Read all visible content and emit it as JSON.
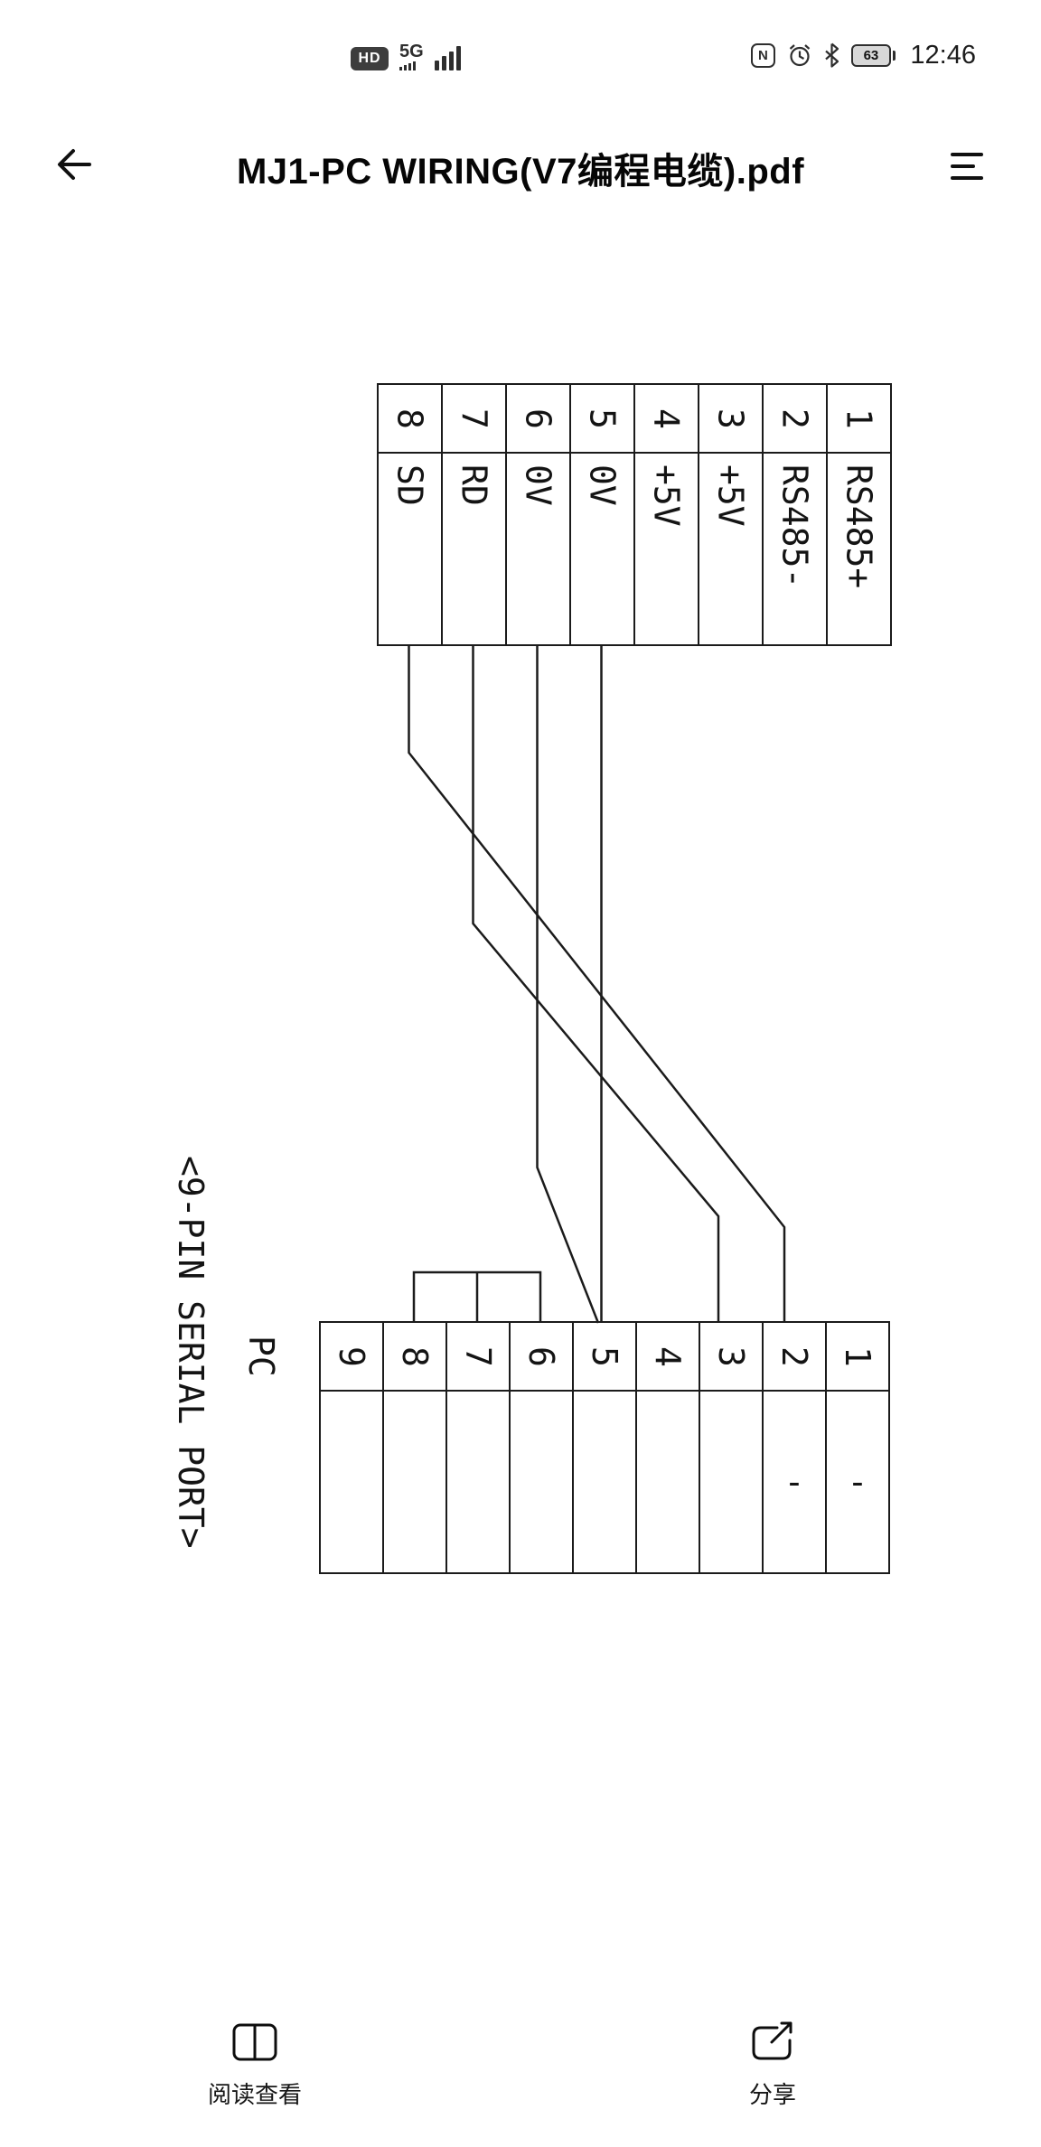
{
  "status_bar": {
    "hd_badge": "HD",
    "network_type": "5G",
    "battery_level": "63",
    "time": "12:46"
  },
  "header": {
    "title": "MJ1-PC WIRING(V7编程电缆).pdf"
  },
  "diagram": {
    "top_connector": {
      "pins": [
        {
          "number": "8",
          "label": "SD"
        },
        {
          "number": "7",
          "label": "RD"
        },
        {
          "number": "6",
          "label": "0V"
        },
        {
          "number": "5",
          "label": "0V"
        },
        {
          "number": "4",
          "label": "+5V"
        },
        {
          "number": "3",
          "label": "+5V"
        },
        {
          "number": "2",
          "label": "RS485-"
        },
        {
          "number": "1",
          "label": "RS485+"
        }
      ]
    },
    "pc_connector": {
      "name": "PC",
      "caption": "<9-PIN SERIAL PORT>",
      "pins": [
        {
          "number": "9",
          "label": ""
        },
        {
          "number": "8",
          "label": ""
        },
        {
          "number": "7",
          "label": ""
        },
        {
          "number": "6",
          "label": ""
        },
        {
          "number": "5",
          "label": ""
        },
        {
          "number": "4",
          "label": ""
        },
        {
          "number": "3",
          "label": ""
        },
        {
          "number": "2",
          "label": "-"
        },
        {
          "number": "1",
          "label": "-"
        }
      ]
    },
    "connections": [
      {
        "from": "pin 8 (SD)",
        "to": "PC pin 2"
      },
      {
        "from": "pin 7 (RD)",
        "to": "PC pin 3"
      },
      {
        "from": "pin 6 (0V)",
        "to": "PC pin 5"
      },
      {
        "from": "pin 5 (0V)",
        "to": "PC pin 5"
      },
      {
        "jumper": "PC pins 8-7-6 bridged"
      }
    ]
  },
  "footer": {
    "read_label": "阅读查看",
    "share_label": "分享"
  },
  "icons": {
    "nfc": "N",
    "back": "left-arrow",
    "menu": "hamburger-lines",
    "alarm": "alarm-clock",
    "bluetooth": "bluetooth",
    "battery": "battery-with-level",
    "signal": "signal-bars",
    "read": "open-book",
    "share": "share-arrow-box"
  }
}
